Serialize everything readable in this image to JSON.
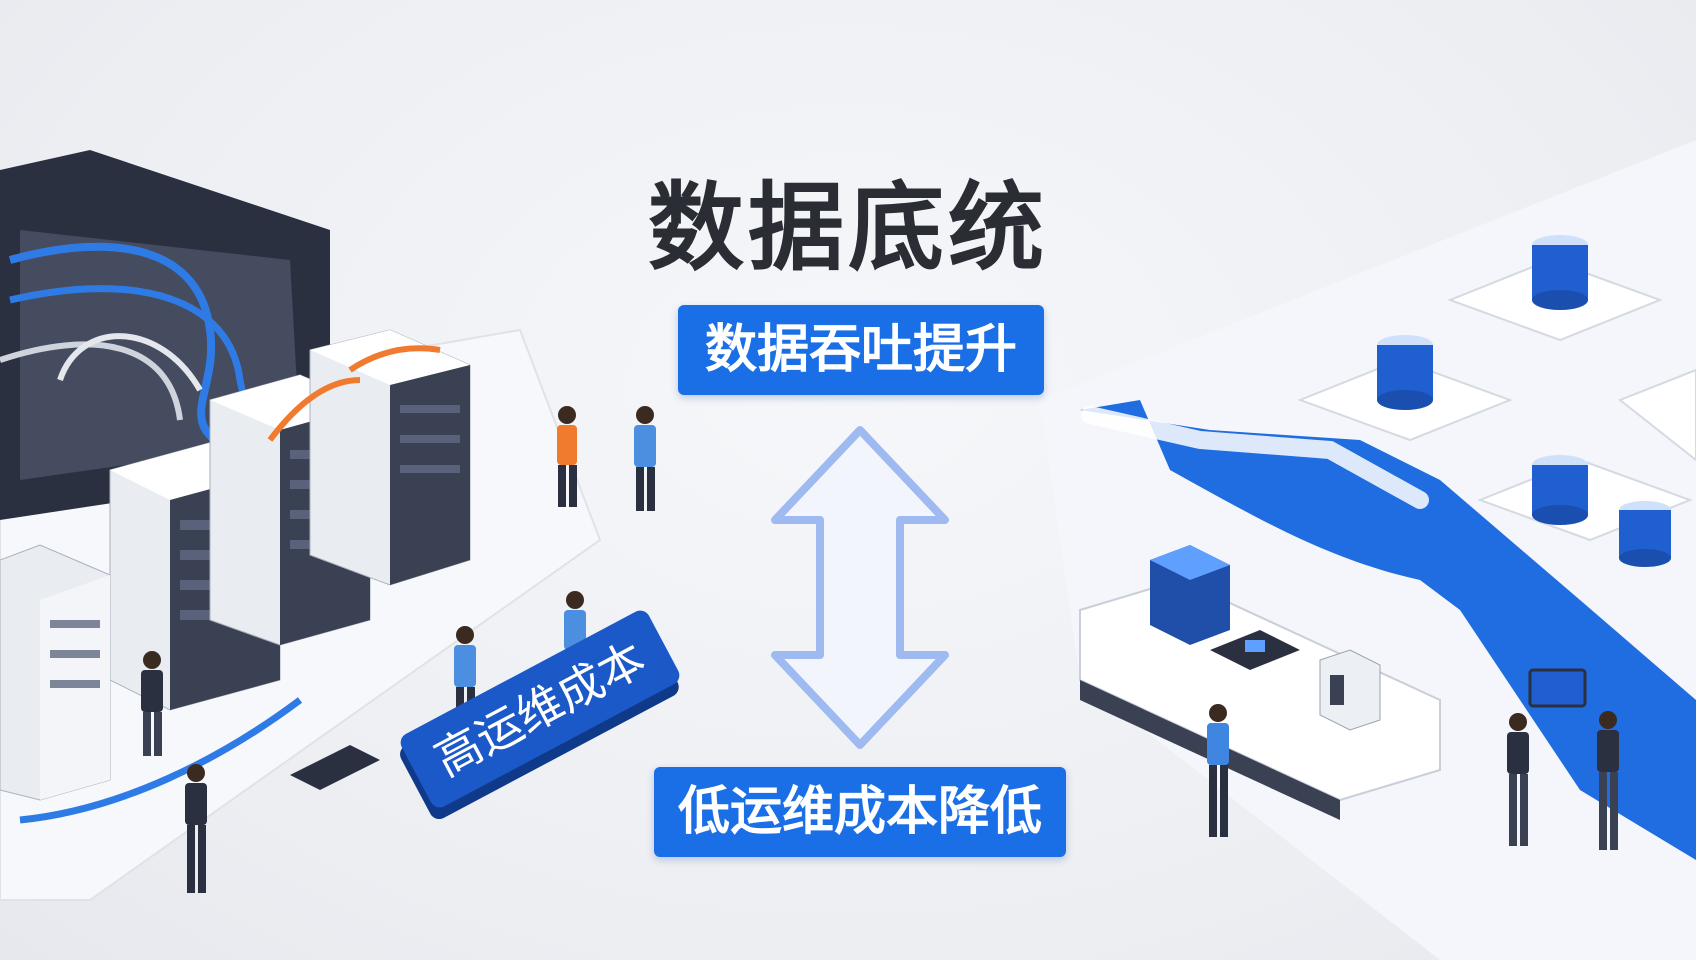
{
  "title": "数据底统",
  "badge_top": "数据吞吐提升",
  "badge_bottom": "低运维成本降低",
  "left_tag": "高运维成本",
  "colors": {
    "accent": "#1b6fe6",
    "tag": "#1c59c8",
    "text": "#2a2d33",
    "arrow": "#9ebaf0",
    "background": "#eef0f4"
  },
  "icons": [
    "server-rack-icon",
    "database-icon",
    "double-arrow-icon",
    "person-icon"
  ]
}
